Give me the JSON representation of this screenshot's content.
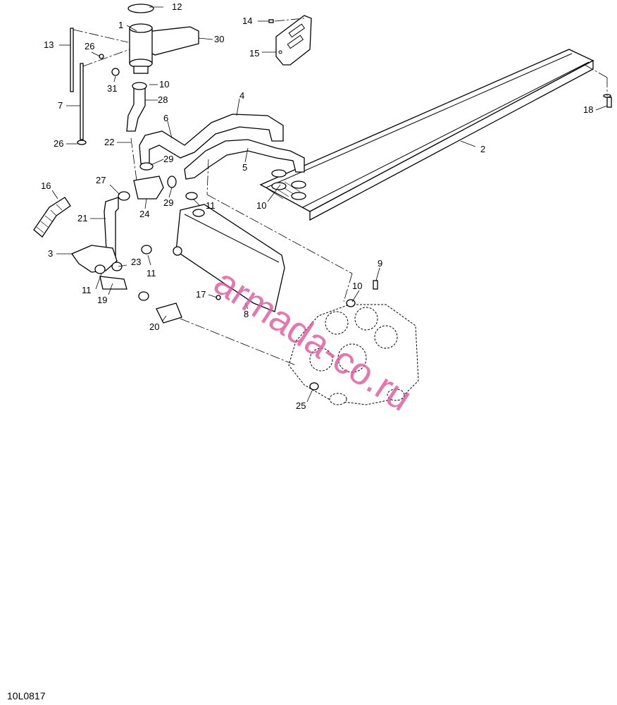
{
  "diagram": {
    "callouts": [
      {
        "id": "1",
        "label": "1"
      },
      {
        "id": "2",
        "label": "2"
      },
      {
        "id": "3",
        "label": "3"
      },
      {
        "id": "4",
        "label": "4"
      },
      {
        "id": "5",
        "label": "5"
      },
      {
        "id": "6",
        "label": "6"
      },
      {
        "id": "7",
        "label": "7"
      },
      {
        "id": "8",
        "label": "8"
      },
      {
        "id": "9",
        "label": "9"
      },
      {
        "id": "10a",
        "label": "10"
      },
      {
        "id": "10b",
        "label": "10"
      },
      {
        "id": "10c",
        "label": "10"
      },
      {
        "id": "11a",
        "label": "11"
      },
      {
        "id": "11b",
        "label": "11"
      },
      {
        "id": "11c",
        "label": "11"
      },
      {
        "id": "12",
        "label": "12"
      },
      {
        "id": "13",
        "label": "13"
      },
      {
        "id": "14",
        "label": "14"
      },
      {
        "id": "15",
        "label": "15"
      },
      {
        "id": "16",
        "label": "16"
      },
      {
        "id": "17",
        "label": "17"
      },
      {
        "id": "18",
        "label": "18"
      },
      {
        "id": "19",
        "label": "19"
      },
      {
        "id": "20",
        "label": "20"
      },
      {
        "id": "21",
        "label": "21"
      },
      {
        "id": "22",
        "label": "22"
      },
      {
        "id": "23",
        "label": "23"
      },
      {
        "id": "24",
        "label": "24"
      },
      {
        "id": "25",
        "label": "25"
      },
      {
        "id": "26a",
        "label": "26"
      },
      {
        "id": "26b",
        "label": "26"
      },
      {
        "id": "27",
        "label": "27"
      },
      {
        "id": "28",
        "label": "28"
      },
      {
        "id": "29a",
        "label": "29"
      },
      {
        "id": "29b",
        "label": "29"
      },
      {
        "id": "30",
        "label": "30"
      },
      {
        "id": "31",
        "label": "31"
      }
    ],
    "document_code": "10L0817",
    "watermark": "armada-co.ru"
  }
}
